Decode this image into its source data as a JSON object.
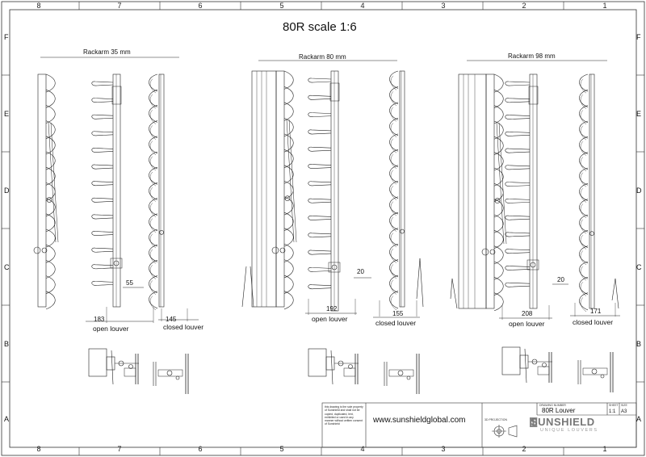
{
  "title": "80R scale 1:6",
  "zones": {
    "columns": [
      "8",
      "7",
      "6",
      "5",
      "4",
      "3",
      "2",
      "1"
    ],
    "rows": [
      "F",
      "E",
      "D",
      "C",
      "B",
      "A"
    ]
  },
  "sections": [
    {
      "heading": "Rackarm 35 mm",
      "open_width": "183",
      "closed_width": "145",
      "arm_dim": "55",
      "open_caption": "open louver",
      "closed_caption": "closed louver"
    },
    {
      "heading": "Rackarm 80 mm",
      "open_width": "192",
      "closed_width": "155",
      "arm_dim": "20",
      "open_caption": "open louver",
      "closed_caption": "closed louver"
    },
    {
      "heading": "Rackarm 98 mm",
      "open_width": "208",
      "closed_width": "171",
      "arm_dim": "20",
      "open_caption": "open louver",
      "closed_caption": "closed louver"
    }
  ],
  "title_block": {
    "copyright_note": "this drawing is the sole property of Sunshield and shall not be copied, duplicated, lent, exhibited or used in any manner without written consent of Sunshield",
    "website": "www.sunshieldglobal.com",
    "projection_label": "3D PROJECTION",
    "drawing_number_label": "DRAWING NUMBER",
    "drawing_name": "80R Louver",
    "sheet_label": "SHEET",
    "size_label": "SIZE",
    "sheet_value": "1:1",
    "size_value": "A3",
    "brand": "SUNSHIELD",
    "tagline": "UNIQUE LOUVERS"
  },
  "colors": {
    "line": "#222222",
    "frame": "#333333",
    "brand_grey": "#777777"
  }
}
